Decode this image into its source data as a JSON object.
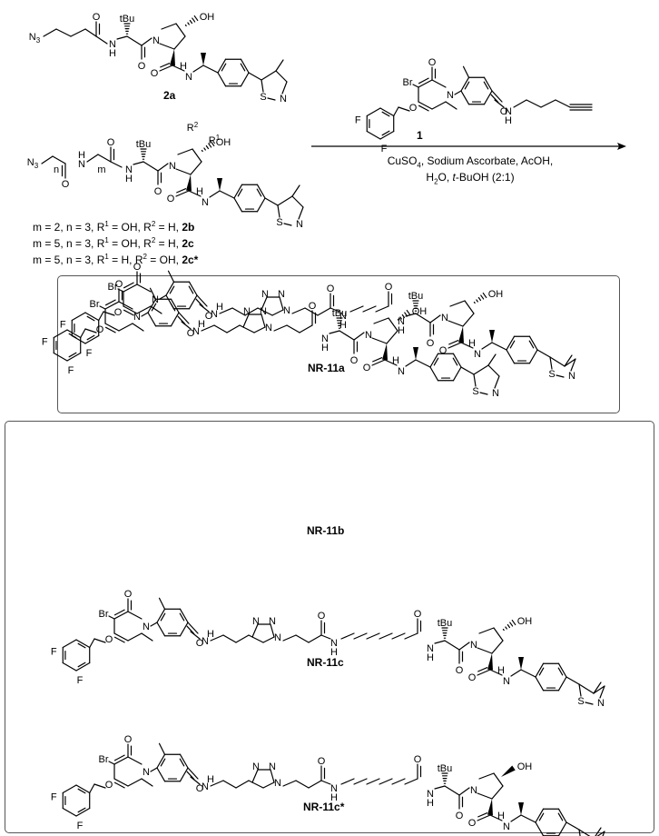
{
  "scheme": {
    "reactant_2a_label": "2a",
    "reactant_1_label": "1",
    "reactant_2bc_variants": [
      {
        "text": "m = 2, n = 3, R",
        "sup1": "1",
        "mid1": " = OH, R",
        "sup2": "2",
        "mid2": " = H, ",
        "compound": "2b"
      },
      {
        "text": "m = 5, n = 3, R",
        "sup1": "1",
        "mid1": " = OH, R",
        "sup2": "2",
        "mid2": " = H, ",
        "compound": "2c"
      },
      {
        "text": "m = 5, n = 3, R",
        "sup1": "1",
        "mid1": " = H, R",
        "sup2": "2",
        "mid2": " = OH, ",
        "compound": "2c*"
      }
    ],
    "conditions_line1_a": "CuSO",
    "conditions_line1_sub": "4",
    "conditions_line1_b": ", Sodium Ascorbate, AcOH,",
    "conditions_line2_a": "H",
    "conditions_line2_sub": "2",
    "conditions_line2_b": "O, ",
    "conditions_line2_italic": "t",
    "conditions_line2_c": "-BuOH (2:1)",
    "products": [
      {
        "label": "NR-11a"
      },
      {
        "label": "NR-11b"
      },
      {
        "label": "NR-11c"
      },
      {
        "label": "NR-11c*"
      }
    ],
    "atoms": {
      "N3": "N",
      "N3sub": "3",
      "H": "H",
      "N": "N",
      "O": "O",
      "OH": "OH",
      "tBu": "tBu",
      "S": "S",
      "F": "F",
      "Br": "Br",
      "n": "n",
      "m": "m",
      "R1": "R",
      "R1sup": "1",
      "R2": "R",
      "R2sup": "2"
    }
  }
}
